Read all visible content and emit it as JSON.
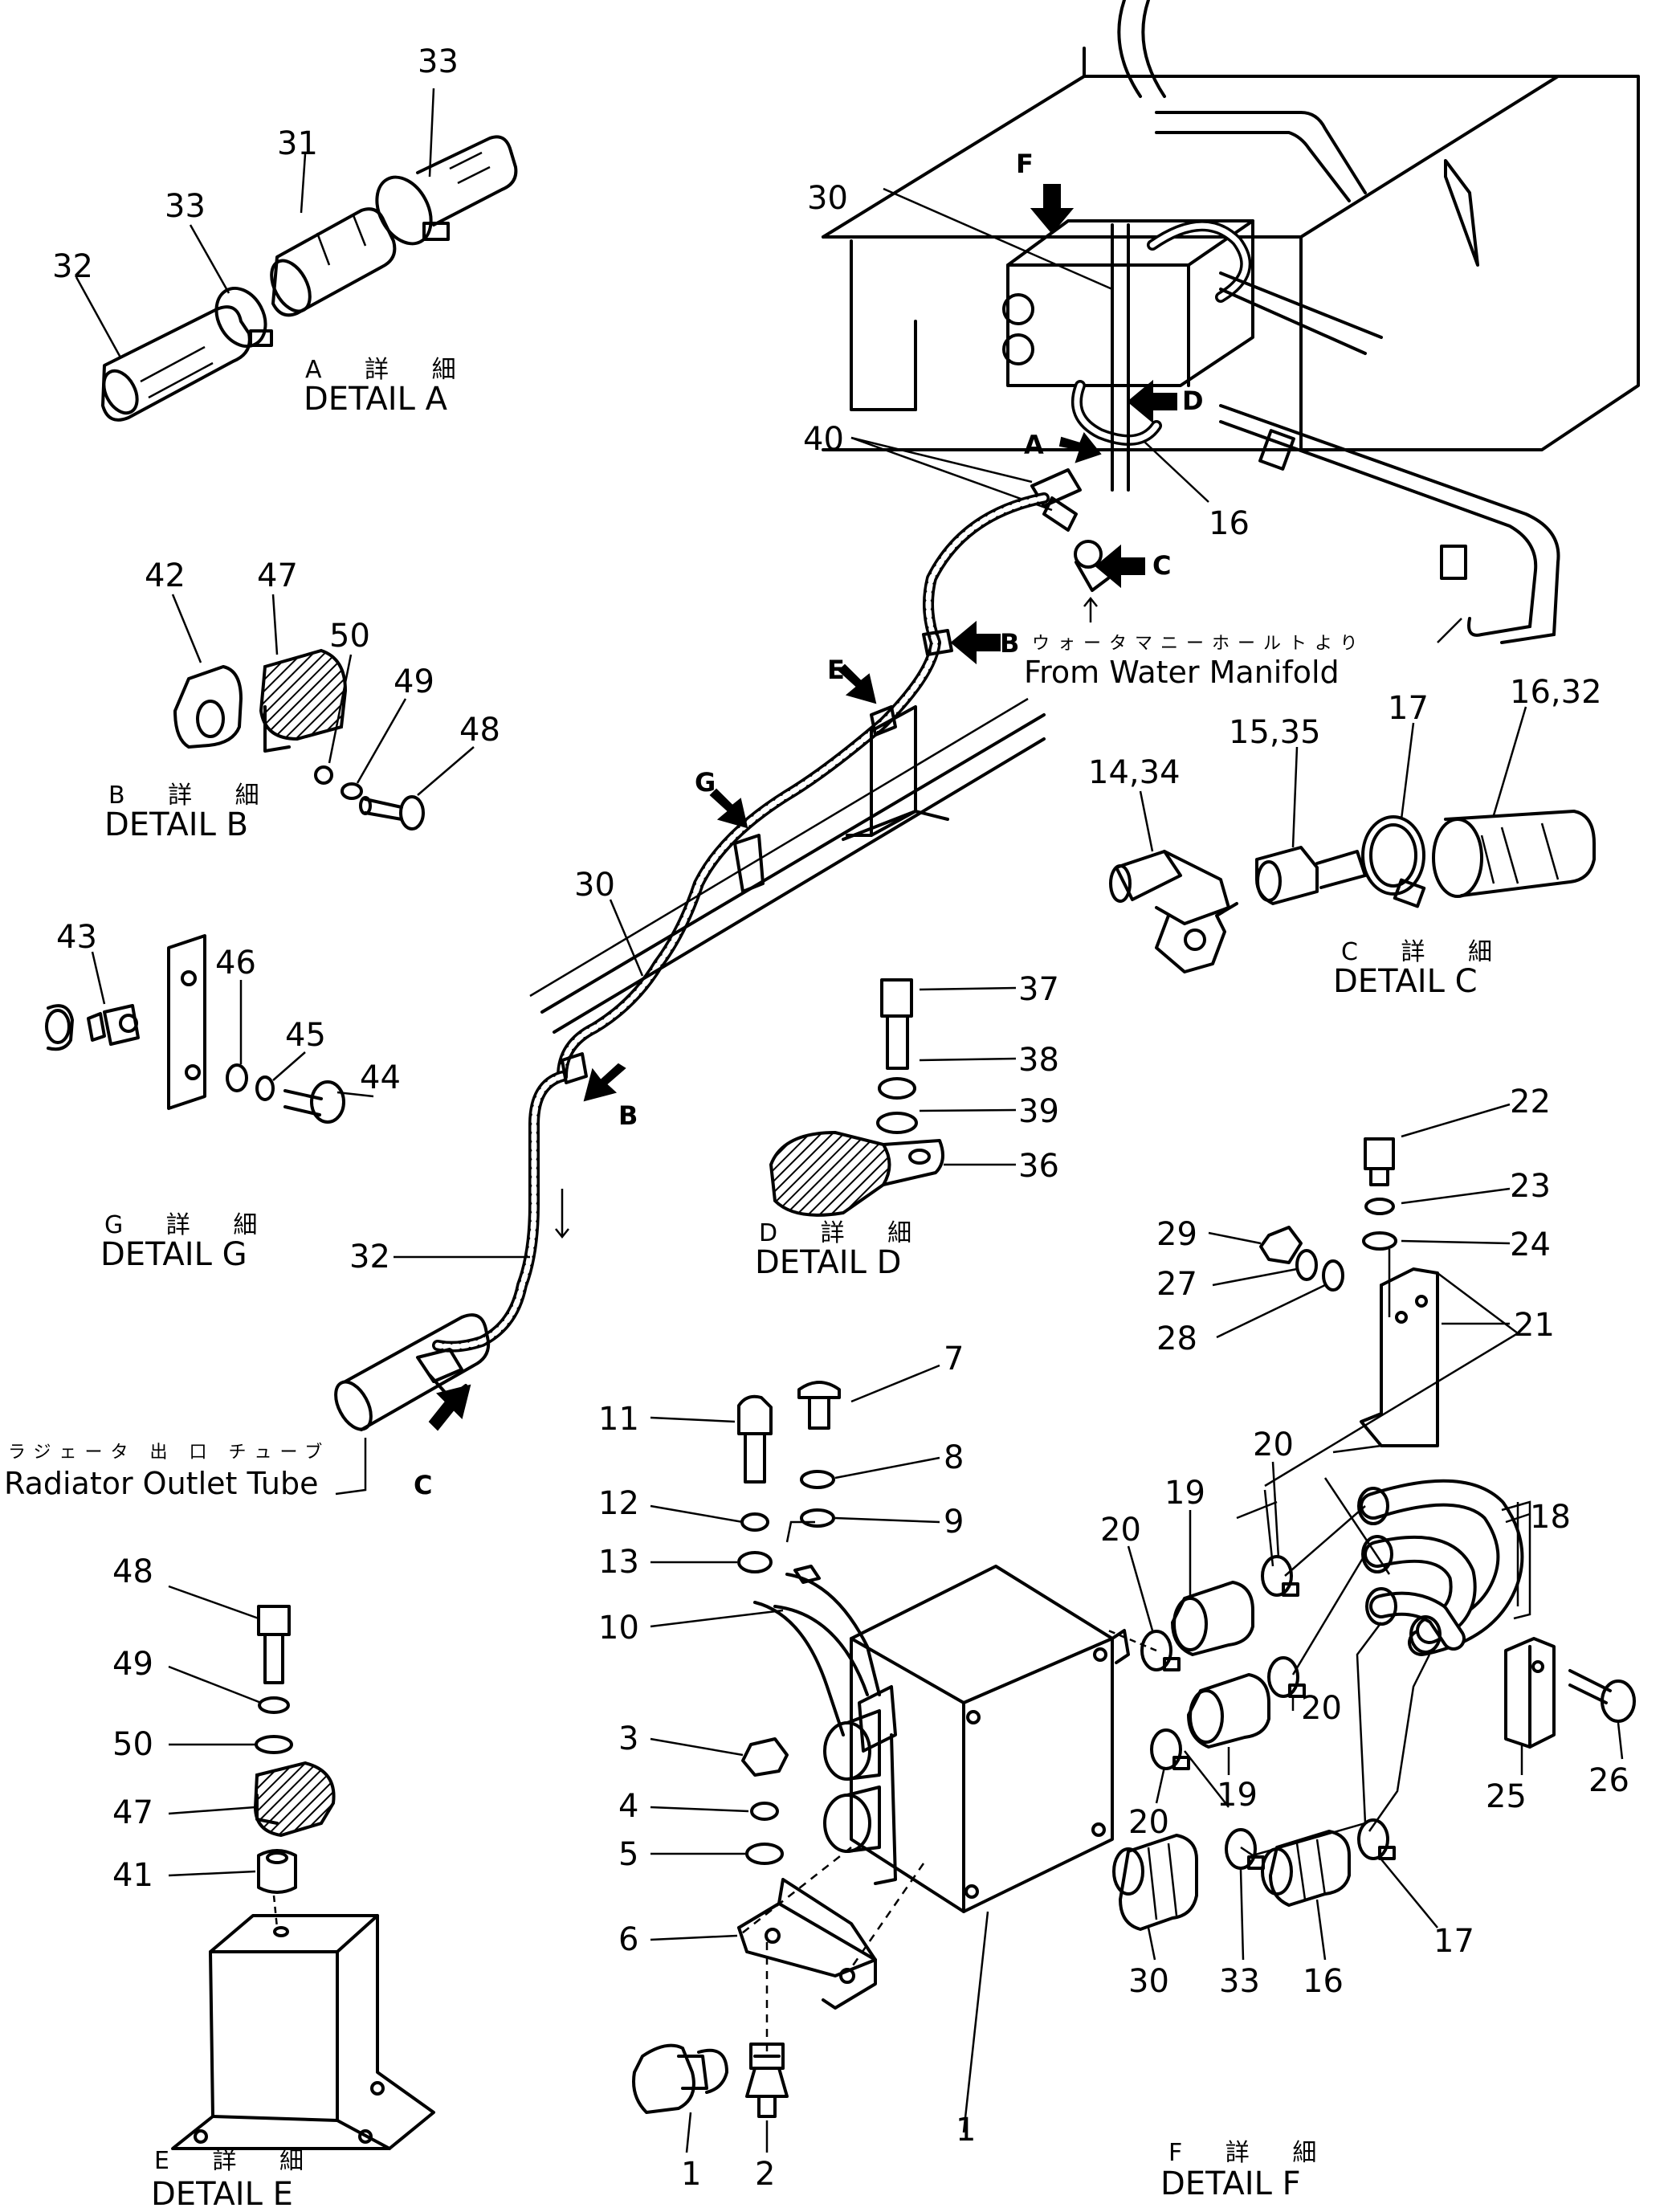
{
  "callouts": {
    "c33a": "33",
    "c31": "31",
    "c33b": "33",
    "c32a": "32",
    "c30a": "30",
    "c40": "40",
    "c16a": "16",
    "c42": "42",
    "c47a": "47",
    "c50a": "50",
    "c49a": "49",
    "c48a": "48",
    "c14_34": "14,34",
    "c15_35": "15,35",
    "c17a": "17",
    "c16_32": "16,32",
    "c30b": "30",
    "c43": "43",
    "c46": "46",
    "c45": "45",
    "c44": "44",
    "c37": "37",
    "c38": "38",
    "c39": "39",
    "c36": "36",
    "c22": "22",
    "c23": "23",
    "c24": "24",
    "c29": "29",
    "c27": "27",
    "c28": "28",
    "c21": "21",
    "c32b": "32",
    "c11": "11",
    "c7": "7",
    "c12": "12",
    "c8": "8",
    "c13": "13",
    "c9": "9",
    "c10": "10",
    "c3": "3",
    "c4": "4",
    "c5": "5",
    "c6": "6",
    "c1a": "1",
    "c2": "2",
    "c1b": "1",
    "c48b": "48",
    "c49b": "49",
    "c50b": "50",
    "c47b": "47",
    "c41": "41",
    "c20a": "20",
    "c19a": "19",
    "c20b": "20",
    "c18": "18",
    "c20c": "20",
    "c19b": "19",
    "c20d": "20",
    "c25": "25",
    "c26": "26",
    "c30c": "30",
    "c33c": "33",
    "c16b": "16",
    "c17b": "17"
  },
  "details": {
    "A": {
      "jp": "A 詳 細",
      "en": "DETAIL A"
    },
    "B": {
      "jp": "B 詳 細",
      "en": "DETAIL B"
    },
    "C": {
      "jp": "C 詳 細",
      "en": "DETAIL C"
    },
    "D": {
      "jp": "D 詳 細",
      "en": "DETAIL D"
    },
    "E": {
      "jp": "E 詳 細",
      "en": "DETAIL E"
    },
    "F": {
      "jp": "F 詳 細",
      "en": "DETAIL F"
    },
    "G": {
      "jp": "G 詳 細",
      "en": "DETAIL G"
    }
  },
  "view_arrows": {
    "F": "F",
    "D": "D",
    "A": "A",
    "C_top": "C",
    "B_top": "B",
    "E": "E",
    "G": "G",
    "B_mid": "B",
    "C_low": "C"
  },
  "notes": {
    "water_manifold_jp": "ウォータマニーホールトより",
    "water_manifold_en": "From Water Manifold",
    "radiator_jp": "ラジェータ 出 口 チューブ",
    "radiator_en": "Radiator Outlet Tube"
  }
}
